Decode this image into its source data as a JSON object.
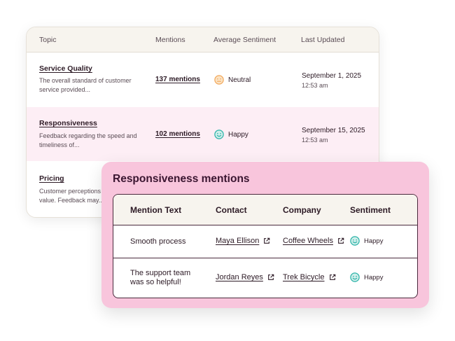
{
  "topics_table": {
    "headers": [
      "Topic",
      "Mentions",
      "Average Sentiment",
      "Last Updated"
    ],
    "rows": [
      {
        "topic": "Service Quality",
        "description_line1": "The overall standard of customer",
        "description_line2": "service provided...",
        "mentions": "137 mentions",
        "sentiment": "Neutral",
        "sentiment_icon": "neutral-face-icon",
        "date": "September 1, 2025",
        "time": "12:53 am"
      },
      {
        "topic": "Responsiveness",
        "description_line1": "Feedback regarding the speed and",
        "description_line2": "timeliness of...",
        "mentions": "102 mentions",
        "sentiment": "Happy",
        "sentiment_icon": "happy-face-icon",
        "date": "September 15, 2025",
        "time": "12:53 am"
      },
      {
        "topic": "Pricing",
        "description_line1": "Customer perceptions",
        "description_line2": "value. Feedback may..."
      }
    ]
  },
  "mentions_panel": {
    "title": "Responsiveness mentions",
    "headers": [
      "Mention Text",
      "Contact",
      "Company",
      "Sentiment"
    ],
    "rows": [
      {
        "text_line1": "Smooth process",
        "text_line2": "",
        "contact": "Maya Ellison",
        "company": "Coffee Wheels",
        "sentiment": "Happy"
      },
      {
        "text_line1": "The support team",
        "text_line2": "was so helpful!",
        "contact": "Jordan Reyes",
        "company": "Trek Bicycle",
        "sentiment": "Happy"
      }
    ]
  },
  "colors": {
    "neutral_face": "#f2a85b",
    "happy_face": "#2bb3a8",
    "panel_bg": "#f8c5dc",
    "highlight_row": "#fdeef5"
  }
}
